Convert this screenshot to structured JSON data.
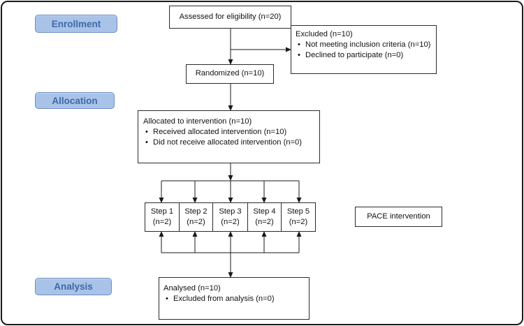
{
  "stages": {
    "enrollment": "Enrollment",
    "allocation": "Allocation",
    "analysis": "Analysis"
  },
  "assessed": "Assessed for eligibility (n=20)",
  "excluded": {
    "title": "Excluded (n=10)",
    "items": [
      "Not meeting inclusion criteria (n=10)",
      "Declined to participate (n=0)"
    ]
  },
  "randomized": "Randomized (n=10)",
  "allocated": {
    "title": "Allocated to intervention  (n=10)",
    "items": [
      "Received allocated intervention (n=10)",
      "Did not receive allocated intervention (n=0)"
    ]
  },
  "steps": [
    {
      "label": "Step 1",
      "n": "(n=2)"
    },
    {
      "label": "Step 2",
      "n": "(n=2)"
    },
    {
      "label": "Step 3",
      "n": "(n=2)"
    },
    {
      "label": "Step 4",
      "n": "(n=2)"
    },
    {
      "label": "Step 5",
      "n": "(n=2)"
    }
  ],
  "pace": "PACE intervention",
  "analysed": {
    "title": "Analysed (n=10)",
    "items": [
      "Excluded from analysis (n=0)"
    ]
  },
  "colors": {
    "stage_fill": "#a9c3e8",
    "stage_text": "#3d68a8",
    "line": "#1a1a1a"
  }
}
